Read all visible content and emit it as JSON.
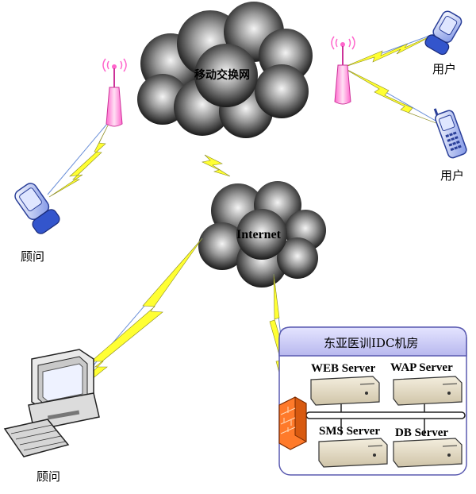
{
  "clouds": {
    "mobile_network": "移动交换网",
    "internet": "Internet"
  },
  "nodes": {
    "consultant_mobile": "顾问",
    "consultant_pc": "顾问",
    "user_flip_phone": "用户",
    "user_bar_phone": "用户"
  },
  "datacenter": {
    "title": "东亚医训IDC机房",
    "servers": [
      "WEB Server",
      "WAP Server",
      "SMS Server",
      "DB Server"
    ]
  },
  "colors": {
    "lightning": "#ffff33",
    "antenna": "#ff66cc",
    "datacenter_border": "#5a5ab0",
    "datacenter_header": "#c8c8f0",
    "firewall": "#ff7a2a",
    "phone_blue": "#3355cc"
  }
}
